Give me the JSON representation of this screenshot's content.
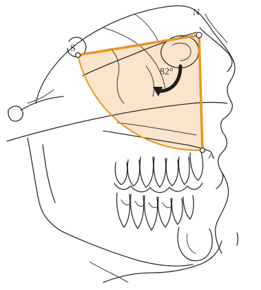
{
  "figure": {
    "points": {
      "S": "S",
      "N": "N",
      "A": "A"
    },
    "angle_label": "82°",
    "colors": {
      "line": "#E8951E",
      "sector_fill": "#F9DFC2",
      "arrow": "#1e1e1e",
      "sketch": "#2b2b2b"
    }
  }
}
